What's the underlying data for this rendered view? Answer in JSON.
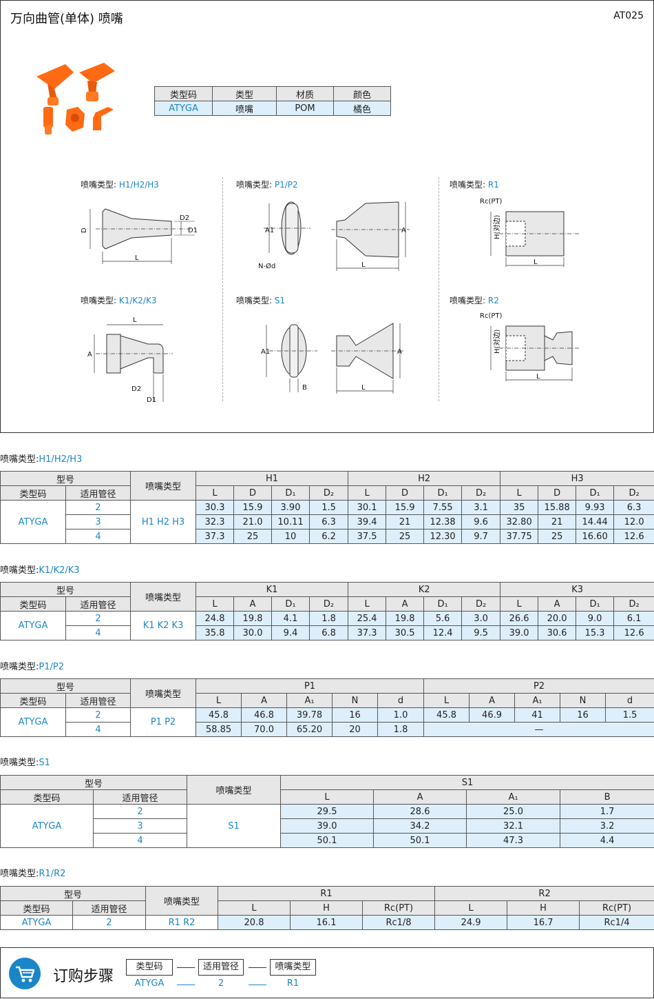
{
  "header": {
    "title": "万向曲管(单体) 喷嘴",
    "code": "AT025"
  },
  "info_table": {
    "headers": [
      "类型码",
      "类型",
      "材质",
      "颜色"
    ],
    "values": [
      "ATYGA",
      "喷嘴",
      "POM",
      "橘色"
    ]
  },
  "drawing_prefix": "喷嘴类型:",
  "drawings": {
    "h": {
      "type": "H1/H2/H3",
      "labels": {
        "D": "D",
        "D2": "D2",
        "D1": "D1",
        "L": "L"
      }
    },
    "p": {
      "type": "P1/P2",
      "labels": {
        "A1": "A1",
        "Nd": "N-Ød",
        "A": "A",
        "L": "L"
      }
    },
    "r1": {
      "type": "R1",
      "labels": {
        "Rc": "Rc(PT)",
        "H": "H(对边)",
        "L": "L"
      }
    },
    "k": {
      "type": "K1/K2/K3",
      "labels": {
        "L": "L",
        "A": "A",
        "D2": "D2",
        "D1": "D1"
      }
    },
    "s": {
      "type": "S1",
      "labels": {
        "A1": "A1",
        "B": "B",
        "L": "L",
        "A": "A"
      }
    },
    "r2": {
      "type": "R2",
      "labels": {
        "Rc": "Rc(PT)",
        "H": "H(对边)",
        "L": "L"
      }
    }
  },
  "common": {
    "model": "型号",
    "type_code": "类型码",
    "pipe": "适用管径",
    "nozzle_type": "喷嘴类型",
    "code": "ATYGA"
  },
  "h_table": {
    "title_prefix": "喷嘴类型:",
    "title_type": "H1/H2/H3",
    "nozzle_label": "H1 H2 H3",
    "groups": [
      "H1",
      "H2",
      "H3"
    ],
    "cols": [
      "L",
      "D",
      "D₁",
      "D₂"
    ],
    "rows": [
      {
        "pipe": "2",
        "vals": [
          "30.3",
          "15.9",
          "3.90",
          "1.5",
          "30.1",
          "15.9",
          "7.55",
          "3.1",
          "35",
          "15.88",
          "9.93",
          "6.3"
        ]
      },
      {
        "pipe": "3",
        "vals": [
          "32.3",
          "21.0",
          "10.11",
          "6.3",
          "39.4",
          "21",
          "12.38",
          "9.6",
          "32.80",
          "21",
          "14.44",
          "12.0"
        ]
      },
      {
        "pipe": "4",
        "vals": [
          "37.3",
          "25",
          "10",
          "6.2",
          "37.5",
          "25",
          "12.30",
          "9.7",
          "37.75",
          "25",
          "16.60",
          "12.6"
        ]
      }
    ]
  },
  "k_table": {
    "title_prefix": "喷嘴类型:",
    "title_type": "K1/K2/K3",
    "nozzle_label": "K1 K2 K3",
    "groups": [
      "K1",
      "K2",
      "K3"
    ],
    "cols": [
      "L",
      "A",
      "D₁",
      "D₂"
    ],
    "rows": [
      {
        "pipe": "2",
        "vals": [
          "24.8",
          "19.8",
          "4.1",
          "1.8",
          "25.4",
          "19.8",
          "5.6",
          "3.0",
          "26.6",
          "20.0",
          "9.0",
          "6.1"
        ]
      },
      {
        "pipe": "4",
        "vals": [
          "35.8",
          "30.0",
          "9.4",
          "6.8",
          "37.3",
          "30.5",
          "12.4",
          "9.5",
          "39.0",
          "30.6",
          "15.3",
          "12.6"
        ]
      }
    ]
  },
  "p_table": {
    "title_prefix": "喷嘴类型:",
    "title_type": "P1/P2",
    "nozzle_label": "P1 P2",
    "groups": [
      "P1",
      "P2"
    ],
    "cols": [
      "L",
      "A",
      "A₁",
      "N",
      "d"
    ],
    "rows": [
      {
        "pipe": "2",
        "vals": [
          "45.8",
          "46.8",
          "39.78",
          "16",
          "1.0",
          "45.8",
          "46.9",
          "41",
          "16",
          "1.5"
        ]
      },
      {
        "pipe": "4",
        "vals": [
          "58.85",
          "70.0",
          "65.20",
          "20",
          "1.8"
        ],
        "p2_dash": "—"
      }
    ]
  },
  "s_table": {
    "title_prefix": "喷嘴类型:",
    "title_type": "S1",
    "nozzle_label": "S1",
    "group": "S1",
    "cols": [
      "L",
      "A",
      "A₁",
      "B"
    ],
    "rows": [
      {
        "pipe": "2",
        "vals": [
          "29.5",
          "28.6",
          "25.0",
          "1.7"
        ]
      },
      {
        "pipe": "3",
        "vals": [
          "39.0",
          "34.2",
          "32.1",
          "3.2"
        ]
      },
      {
        "pipe": "4",
        "vals": [
          "50.1",
          "50.1",
          "47.3",
          "4.4"
        ]
      }
    ]
  },
  "r_table": {
    "title_prefix": "喷嘴类型:",
    "title_type": "R1/R2",
    "nozzle_label": "R1 R2",
    "groups": [
      "R1",
      "R2"
    ],
    "cols": [
      "L",
      "H",
      "Rc(PT)"
    ],
    "rows": [
      {
        "pipe": "2",
        "vals": [
          "20.8",
          "16.1",
          "Rc1/8",
          "24.9",
          "16.7",
          "Rc1/4"
        ]
      }
    ]
  },
  "order": {
    "title": "订购步骤",
    "steps": [
      "类型码",
      "适用管径",
      "喷嘴类型"
    ],
    "values": [
      "ATYGA",
      "2",
      "R1"
    ]
  },
  "colors": {
    "accent": "#1a86c8",
    "value_bg": "#deeffb",
    "header_bg": "#e7e7e7",
    "product": "#ff6a13"
  },
  "icons": [
    "cart-icon"
  ]
}
